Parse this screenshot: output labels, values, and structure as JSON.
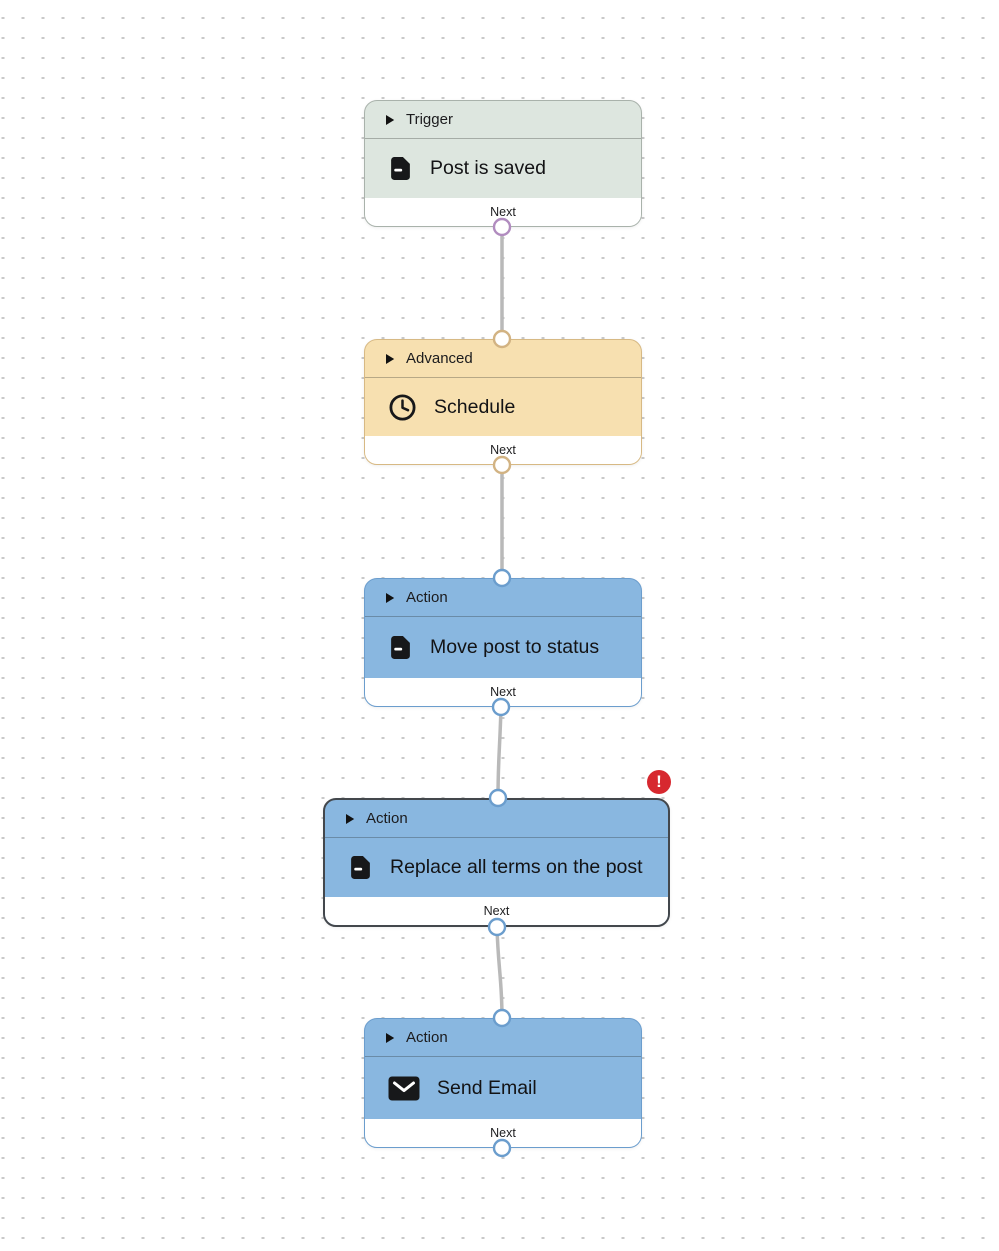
{
  "canvas": {
    "background": "#ffffff",
    "dot_color": "#c9c9c9"
  },
  "connector": {
    "color": "#b9b9b9"
  },
  "error_badge": {
    "symbol": "!",
    "color": "#d7282f"
  },
  "nodes": [
    {
      "category": "Trigger",
      "title": "Post is saved",
      "icon": "document-icon",
      "next_label": "Next",
      "fill": "#dde6df",
      "border": "#a9b2ab",
      "port": "#b18cbf"
    },
    {
      "category": "Advanced",
      "title": "Schedule",
      "icon": "clock-icon",
      "next_label": "Next",
      "fill": "#f7e0b0",
      "border": "#d7b984",
      "port": "#d2b383"
    },
    {
      "category": "Action",
      "title": "Move post to status",
      "icon": "document-icon",
      "next_label": "Next",
      "fill": "#89b7e0",
      "border": "#6b9dcd",
      "port": "#6b9dcd"
    },
    {
      "category": "Action",
      "title": "Replace all terms on the post",
      "icon": "document-icon",
      "next_label": "Next",
      "fill": "#89b7e0",
      "border": "#43474c",
      "port": "#6b9dcd",
      "selected": true,
      "has_error": true
    },
    {
      "category": "Action",
      "title": "Send Email",
      "icon": "envelope-icon",
      "next_label": "Next",
      "fill": "#89b7e0",
      "border": "#6b9dcd",
      "port": "#6b9dcd"
    }
  ]
}
